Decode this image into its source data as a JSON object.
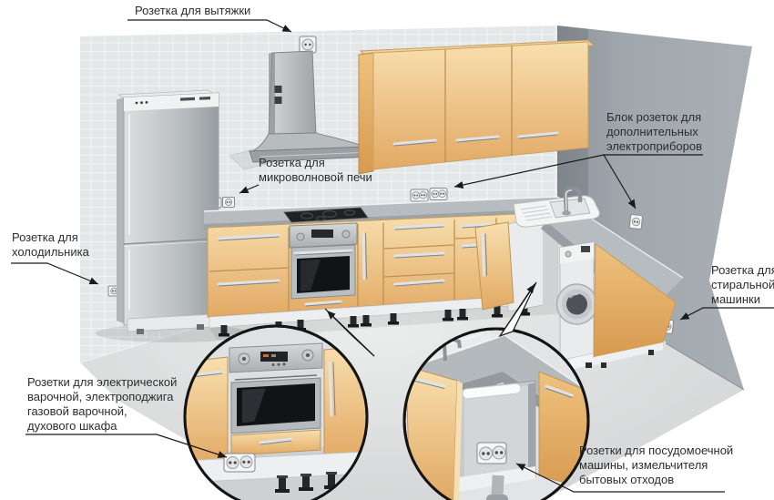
{
  "colors": {
    "wall_left": "#e4e7e8",
    "wall_right": "#9ba2a8",
    "floor": "#d6d8d9",
    "cabinet": "#f0c792",
    "counter": "#b7bcc0",
    "steel": "#c3c7ca",
    "line": "#1a1a1a",
    "text": "#2d2d2d",
    "outlet_plate": "#f4f5f5"
  },
  "callouts": {
    "hood": {
      "lines": [
        "Розетка для вытяжки"
      ]
    },
    "microwave": {
      "lines": [
        "Розетка для",
        "микроволновой печи"
      ]
    },
    "fridge": {
      "lines": [
        "Розетка для",
        "холодильника"
      ]
    },
    "appliance_block": {
      "lines": [
        "Блок розеток для",
        "дополнительных",
        "электроприборов"
      ]
    },
    "washing_machine": {
      "lines": [
        "Розетка для",
        "стиральной",
        "машинки"
      ]
    },
    "cooking": {
      "lines": [
        "Розетки для электрической",
        "варочной, электроподжига",
        "газовой варочной,",
        "духового шкафа"
      ]
    },
    "dishwasher": {
      "lines": [
        "Розетки для посудомоечной",
        "машины, измельчителя",
        "бытовых отходов"
      ]
    }
  }
}
